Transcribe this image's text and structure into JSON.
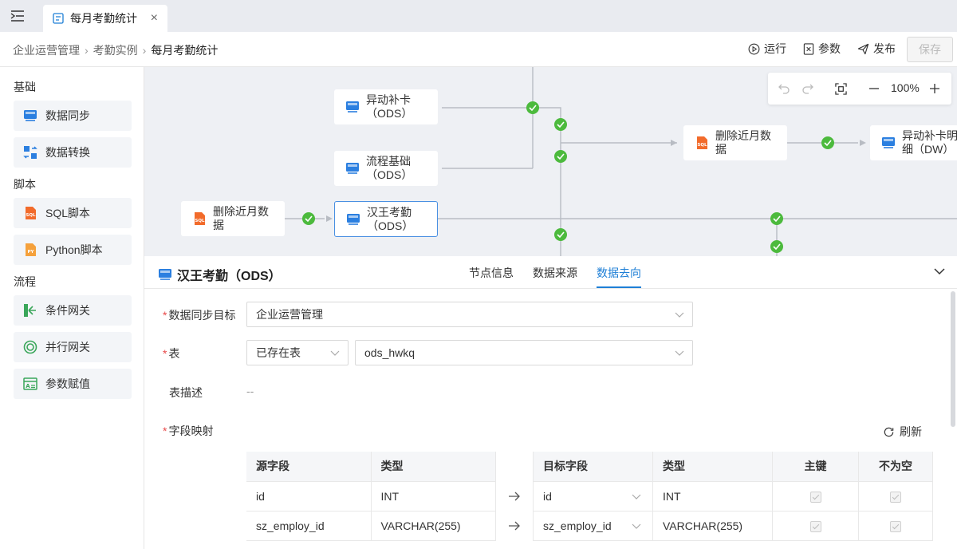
{
  "tab": {
    "title": "每月考勤统计",
    "close": "×"
  },
  "breadcrumb": {
    "items": [
      "企业运营管理",
      "考勤实例",
      "每月考勤统计"
    ]
  },
  "toolbar": {
    "run": "运行",
    "params": "参数",
    "publish": "发布",
    "save": "保存"
  },
  "sidebar": {
    "groups": [
      {
        "title": "基础",
        "items": [
          "数据同步",
          "数据转换"
        ]
      },
      {
        "title": "脚本",
        "items": [
          "SQL脚本",
          "Python脚本"
        ]
      },
      {
        "title": "流程",
        "items": [
          "条件网关",
          "并行网关",
          "参数赋值"
        ]
      }
    ]
  },
  "canvas": {
    "nodes": {
      "n1": "异动补卡\n（ODS）",
      "n2": "流程基础\n（ODS）",
      "n3": "汉王考勤\n（ODS）",
      "n4": "删除近月数\n据",
      "n5": "删除近月数\n据",
      "n6": "异动补卡明\n细（DW）"
    },
    "zoom": "100%"
  },
  "panel": {
    "title": "汉王考勤（ODS）",
    "tabs": [
      "节点信息",
      "数据来源",
      "数据去向"
    ],
    "active_tab": "数据去向",
    "fields": {
      "target_label": "数据同步目标",
      "target_value": "企业运营管理",
      "table_label": "表",
      "table_mode": "已存在表",
      "table_value": "ods_hwkq",
      "desc_label": "表描述",
      "desc_value": "--",
      "mapping_label": "字段映射",
      "refresh": "刷新"
    },
    "source_table": {
      "headers": [
        "源字段",
        "类型"
      ],
      "rows": [
        [
          "id",
          "INT"
        ],
        [
          "sz_employ_id",
          "VARCHAR(255)"
        ]
      ]
    },
    "target_table": {
      "headers": [
        "目标字段",
        "类型",
        "主键",
        "不为空"
      ],
      "rows": [
        [
          "id",
          "INT"
        ],
        [
          "sz_employ_id",
          "VARCHAR(255)"
        ]
      ]
    }
  }
}
